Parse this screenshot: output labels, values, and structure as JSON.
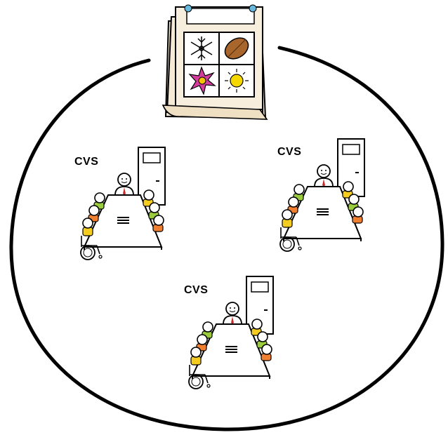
{
  "meetings": [
    {
      "label": "CVS"
    },
    {
      "label": "CVS"
    },
    {
      "label": "CVS"
    }
  ],
  "calendar": {
    "seasons": [
      "snowflake-icon",
      "autumn-leaf-icon",
      "spring-flower-icon",
      "summer-sun-icon"
    ]
  },
  "colors": {
    "outline": "#000000",
    "calendar_page": "#f7eede",
    "ring": "#66b8dd",
    "leaf": "#a8652c",
    "flower": "#d23c9c",
    "flower_center": "#f5c400",
    "sun": "#f5d800",
    "chair_green": "#9acb3c",
    "chair_orange": "#f08030",
    "chair_yellow": "#f5cc20",
    "person_tie": "#cc2a2a"
  }
}
